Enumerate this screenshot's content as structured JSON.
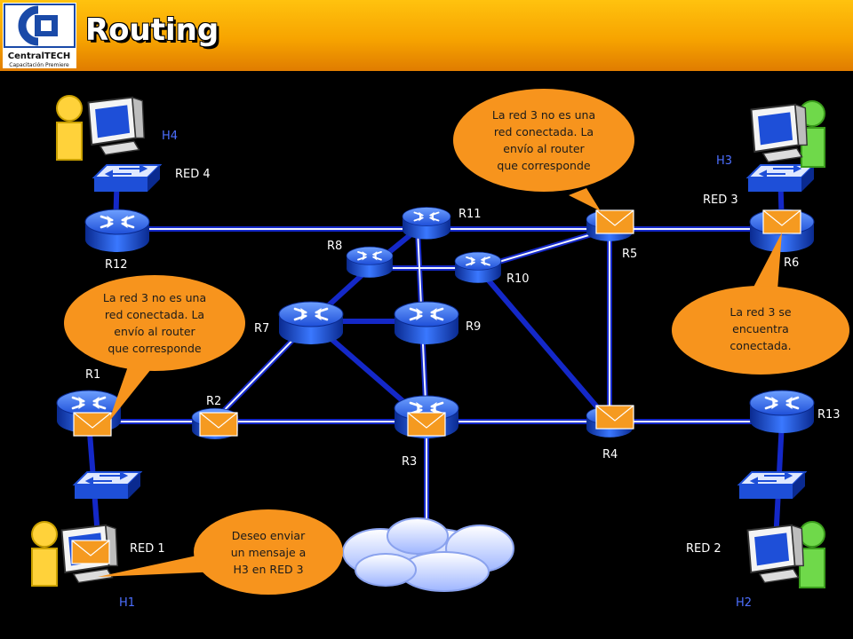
{
  "header": {
    "title": "Routing",
    "logo_brand_text": "CentralTECH",
    "logo_tagline": "Capacitación Premiere"
  },
  "routers": {
    "r1": "R1",
    "r2": "R2",
    "r3": "R3",
    "r4": "R4",
    "r5": "R5",
    "r6": "R6",
    "r7": "R7",
    "r8": "R8",
    "r9": "R9",
    "r10": "R10",
    "r11": "R11",
    "r12": "R12",
    "r13": "R13"
  },
  "hosts": {
    "h1": "H1",
    "h2": "H2",
    "h3": "H3",
    "h4": "H4"
  },
  "networks": {
    "red1": "RED 1",
    "red2": "RED 2",
    "red3": "RED 3",
    "red4": "RED 4"
  },
  "bubbles": {
    "r5_line1": "La red 3 no es una",
    "r5_line2": "red conectada. La",
    "r5_line3": "envío al router",
    "r5_line4": "que corresponde",
    "r1_line1": "La red 3 no es una",
    "r1_line2": "red conectada. La",
    "r1_line3": "envío al router",
    "r1_line4": "que corresponde",
    "r6_line1": "La red 3 se",
    "r6_line2": "encuentra",
    "r6_line3": "conectada.",
    "h1_line1": "Deseo enviar",
    "h1_line2": "un mensaje a",
    "h1_line3": "H3 en RED 3"
  },
  "colors": {
    "header": "#f7a400",
    "link": "#1428c8",
    "router": "#1e4fd8",
    "bubble": "#f7941d",
    "host_yellow": "#ffd23a",
    "host_green": "#6fd94a"
  }
}
